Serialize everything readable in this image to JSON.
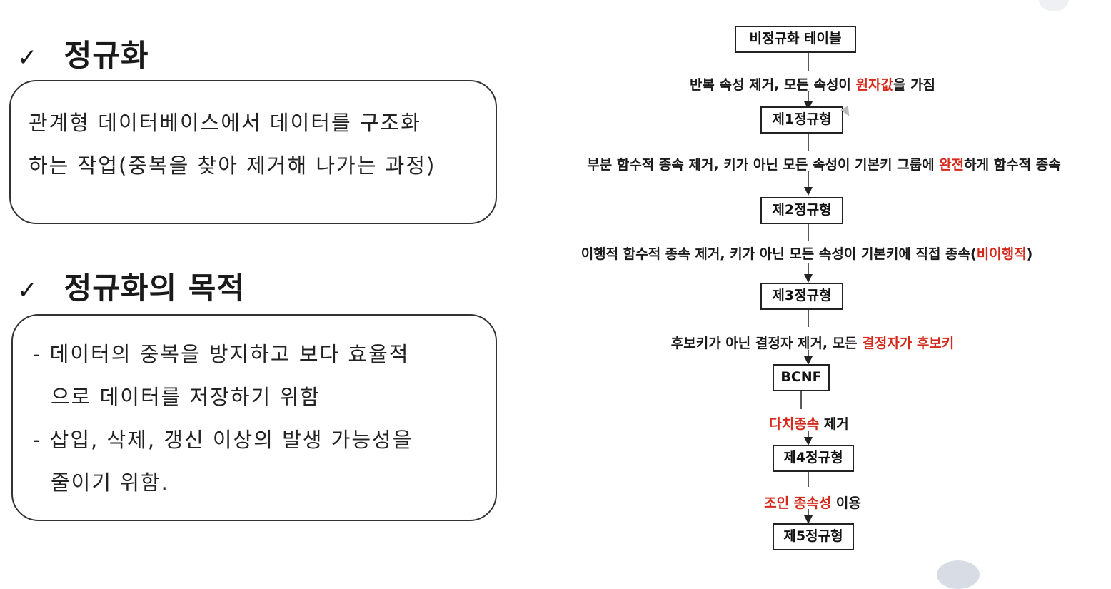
{
  "section1": {
    "check": "✓",
    "title": "정규화",
    "lines": [
      "관계형 데이터베이스에서 데이터를 구조화",
      "하는 작업(중복을 찾아 제거해 나가는 과정)"
    ]
  },
  "section2": {
    "check": "✓",
    "title": "정규화의 목적",
    "lines": [
      "- 데이터의 중복을 방지하고 보다 효율적",
      "으로 데이터를 저장하기 위함",
      "- 삽입, 삭제, 갱신 이상의 발생 가능성을",
      "줄이기 위함."
    ]
  },
  "flow": {
    "nodes": [
      "비정규화 테이블",
      "제1정규형",
      "제2정규형",
      "제3정규형",
      "BCNF",
      "제4정규형",
      "제5정규형"
    ],
    "steps": [
      {
        "before": "반복 속성 제거, 모든 속성이 ",
        "highlight": "원자값",
        "after": "을 가짐"
      },
      {
        "before": "부분 함수적 종속 제거, 키가 아닌 모든 속성이 기본키 그룹에 ",
        "highlight": "완전",
        "after": "하게 함수적 종속"
      },
      {
        "before": "이행적 함수적 종속 제거, 키가 아닌 모든 속성이 기본키에 직접 종속(",
        "highlight": "비이행적",
        "after": ")"
      },
      {
        "before": "후보키가 아닌 결정자 제거, 모든 ",
        "highlight": "결정자가 후보키",
        "after": ""
      },
      {
        "before": "",
        "highlight": "다치종속",
        "after": " 제거"
      },
      {
        "before": "",
        "highlight": "조인 종속성",
        "after": " 이용"
      }
    ]
  },
  "colors": {
    "highlight": "#d42a1c",
    "text": "#111111",
    "border": "#222222"
  },
  "icons": [
    "check-icon",
    "mouse-cursor-icon"
  ]
}
